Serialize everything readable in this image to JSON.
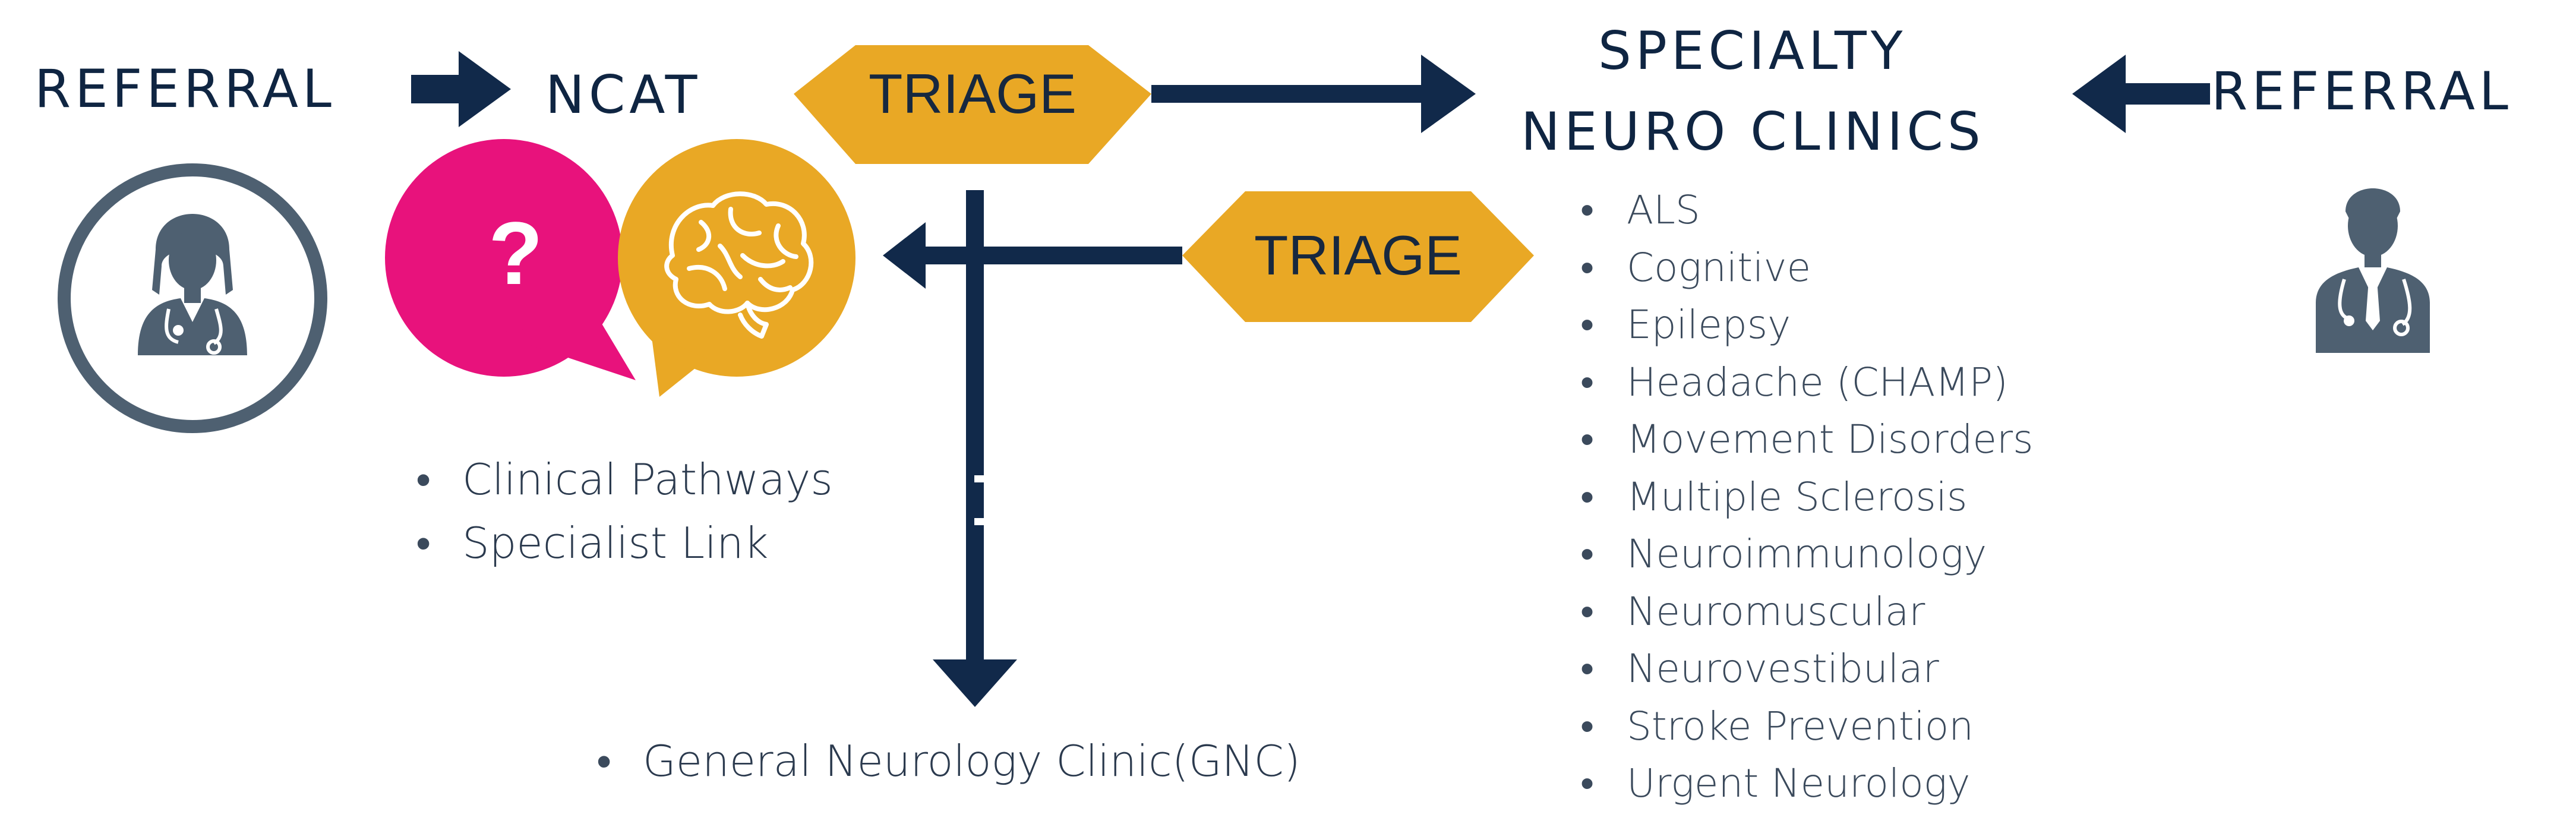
{
  "referral_left": {
    "label": "REFERRAL",
    "icon": "female-doctor-icon"
  },
  "ncat": {
    "label": "NCAT",
    "items": [
      "Clinical Pathways",
      "Specialist Link"
    ]
  },
  "triage_top": {
    "label": "TRIAGE"
  },
  "triage_middle": {
    "label": "TRIAGE"
  },
  "specialty": {
    "title_line1": "SPECIALTY",
    "title_line2": "NEURO CLINICS",
    "clinics": [
      "ALS",
      "Cognitive",
      "Epilepsy",
      "Headache (CHAMP)",
      "Movement Disorders",
      "Multiple Sclerosis",
      "Neuroimmunology",
      "Neuromuscular",
      "Neurovestibular",
      "Stroke Prevention",
      "Urgent Neurology"
    ]
  },
  "referral_right": {
    "label": "REFERRAL",
    "icon": "male-doctor-icon"
  },
  "gnc": {
    "items": [
      "General Neurology Clinic(GNC)"
    ]
  },
  "colors": {
    "navy": "#11294a",
    "gold": "#e9a825",
    "magenta": "#e8127c",
    "slate": "#4e6071",
    "text": "#3b4a5c"
  }
}
